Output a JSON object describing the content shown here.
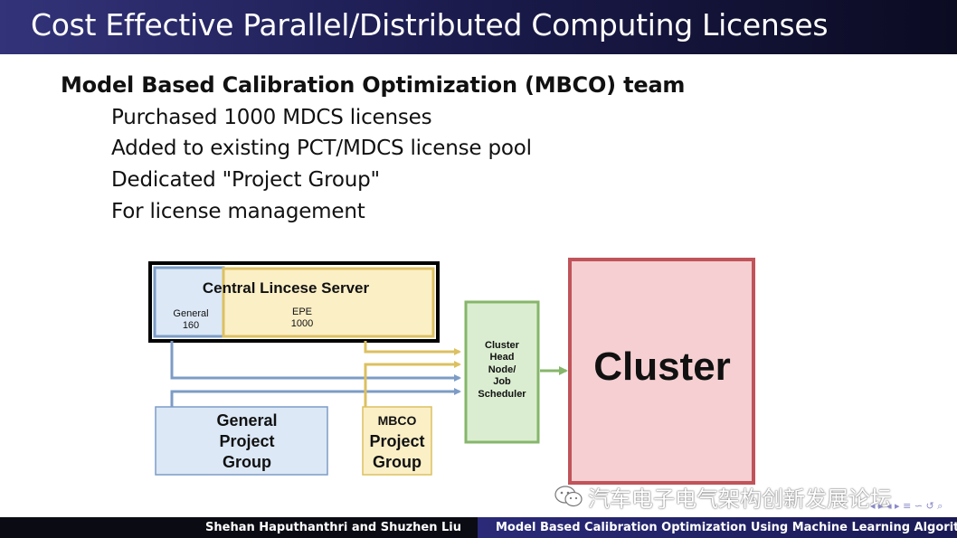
{
  "slide": {
    "title": "Cost Effective Parallel/Distributed Computing Licenses",
    "heading": "Model Based Calibration Optimization (MBCO) team",
    "bullets": [
      "Purchased 1000 MDCS licenses",
      "Added to existing PCT/MDCS license pool",
      "Dedicated \"Project Group\"",
      "For license management"
    ]
  },
  "diagram": {
    "server_title": "Central Lincese Server",
    "general_label": "General",
    "general_count": "160",
    "epe_label": "EPE",
    "epe_count": "1000",
    "general_group": [
      "General",
      "Project",
      "Group"
    ],
    "mbco_group": [
      "MBCO",
      "Project",
      "Group"
    ],
    "head_node": [
      "Cluster",
      "Head",
      "Node/",
      "Job",
      "Scheduler"
    ],
    "cluster": "Cluster",
    "colors": {
      "general_fill": "#dce8f6",
      "general_stroke": "#7c9cc6",
      "epe_fill": "#fbefc6",
      "epe_stroke": "#dcc061",
      "head_fill": "#dbedd1",
      "head_stroke": "#86b66a",
      "cluster_fill": "#f5cfd1",
      "cluster_stroke": "#c0545a"
    }
  },
  "footer": {
    "authors": "Shehan Haputhanthri and Shuzhen Liu",
    "talk_title": "Model Based Calibration Optimization Using Machine Learning Algorithms"
  },
  "watermark": {
    "text": "汽车电子电气架构创新发展论坛"
  }
}
